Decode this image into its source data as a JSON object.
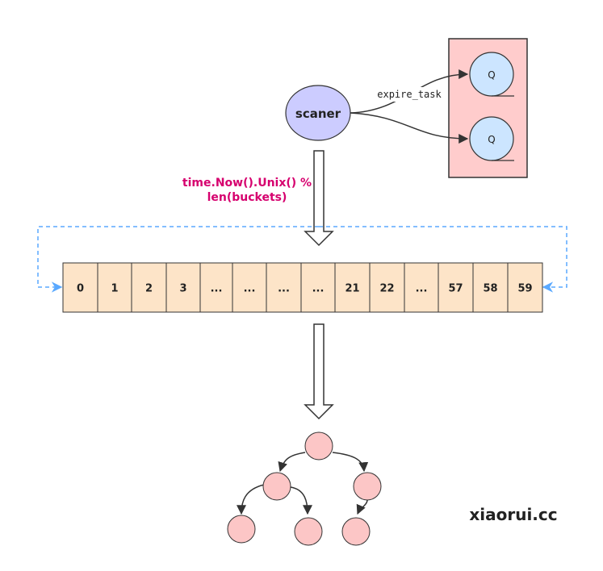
{
  "scanner": {
    "label": "scaner",
    "fill": "#ccccff"
  },
  "queue_box": {
    "fill": "#ffcccc",
    "queue_fill": "#cce5ff",
    "queues": [
      "Q",
      "Q"
    ]
  },
  "edge_label": "expire_task",
  "formula": {
    "line1": "time.Now().Unix() %",
    "line2": "len(buckets)",
    "color": "#d6006e"
  },
  "buckets": [
    "0",
    "1",
    "2",
    "3",
    "...",
    "...",
    "...",
    "...",
    "21",
    "22",
    "...",
    "57",
    "58",
    "59"
  ],
  "bucket_fill": "#fde4c8",
  "wrap_arrow_color": "#5aa9ff",
  "tree_node_fill": "#fcc6c6",
  "watermark": "xiaorui.cc"
}
